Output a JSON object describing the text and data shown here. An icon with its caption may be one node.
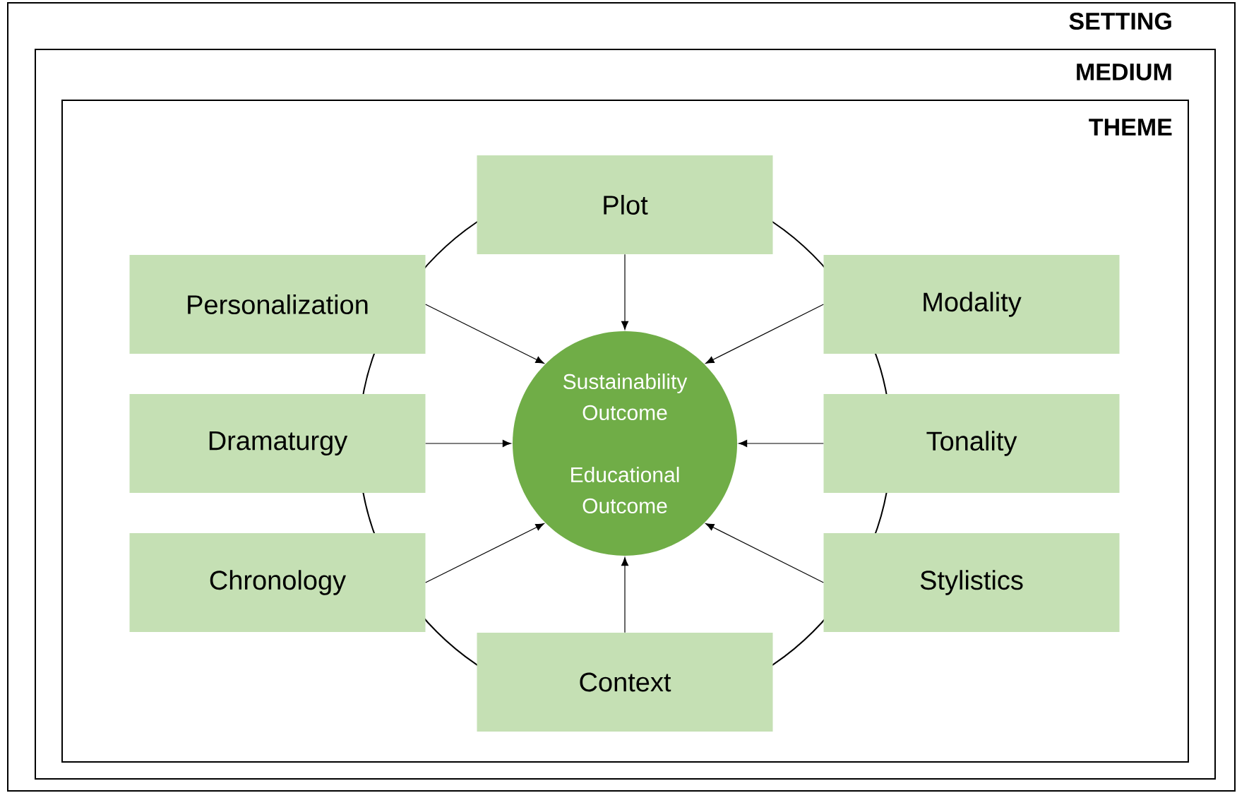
{
  "diagram": {
    "nodes": [
      {
        "text": [
          "SETTING"
        ]
      },
      {
        "text": [
          "MEDIUM"
        ],
        "in": 0
      },
      {
        "text": [
          "THEME"
        ],
        "in": 1
      },
      {
        "text": [
          "Plot"
        ],
        "in": 2
      },
      {
        "text": [
          "Personalization"
        ],
        "in": 2
      },
      {
        "text": [
          "Modality"
        ],
        "in": 2
      },
      {
        "text": [
          "Dramaturgy"
        ],
        "in": 2
      },
      {
        "text": [
          "Tonality"
        ],
        "in": 2
      },
      {
        "text": [
          "Chronology"
        ],
        "in": 2
      },
      {
        "text": [
          "Stylistics"
        ],
        "in": 2
      },
      {
        "text": [
          "Context"
        ],
        "in": 2
      },
      {
        "text": [
          "Sustainability Outcome",
          "Educational Outcome"
        ],
        "in": 2
      }
    ],
    "edges": [
      {
        "from": 3,
        "to": 11,
        "arrow": "to"
      },
      {
        "from": 4,
        "to": 11,
        "arrow": "to"
      },
      {
        "from": 5,
        "to": 11,
        "arrow": "to"
      },
      {
        "from": 6,
        "to": 11,
        "arrow": "to"
      },
      {
        "from": 7,
        "to": 11,
        "arrow": "to"
      },
      {
        "from": 8,
        "to": 11,
        "arrow": "to"
      },
      {
        "from": 9,
        "to": 11,
        "arrow": "to"
      },
      {
        "from": 10,
        "to": 11,
        "arrow": "to"
      }
    ]
  }
}
